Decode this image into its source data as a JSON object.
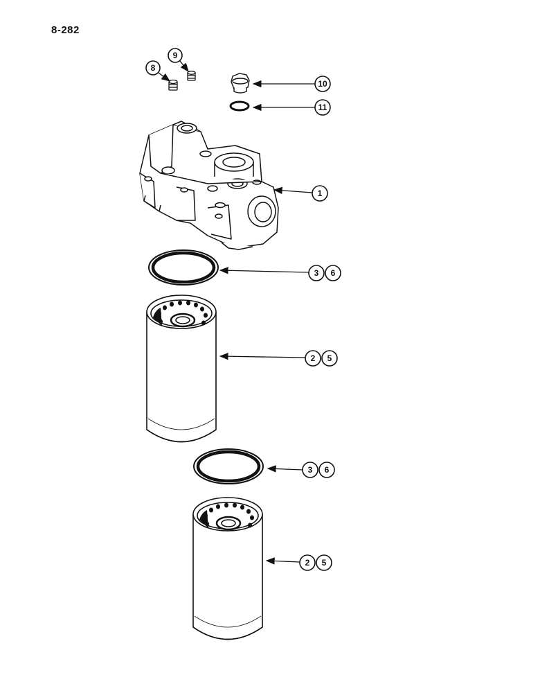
{
  "page_number": "8-282",
  "callouts": {
    "c1": "1",
    "c8": "8",
    "c9": "9",
    "c10": "10",
    "c11": "11",
    "c36a": [
      "3",
      "6"
    ],
    "c25a": [
      "2",
      "5"
    ],
    "c36b": [
      "3",
      "6"
    ],
    "c25b": [
      "2",
      "5"
    ]
  }
}
